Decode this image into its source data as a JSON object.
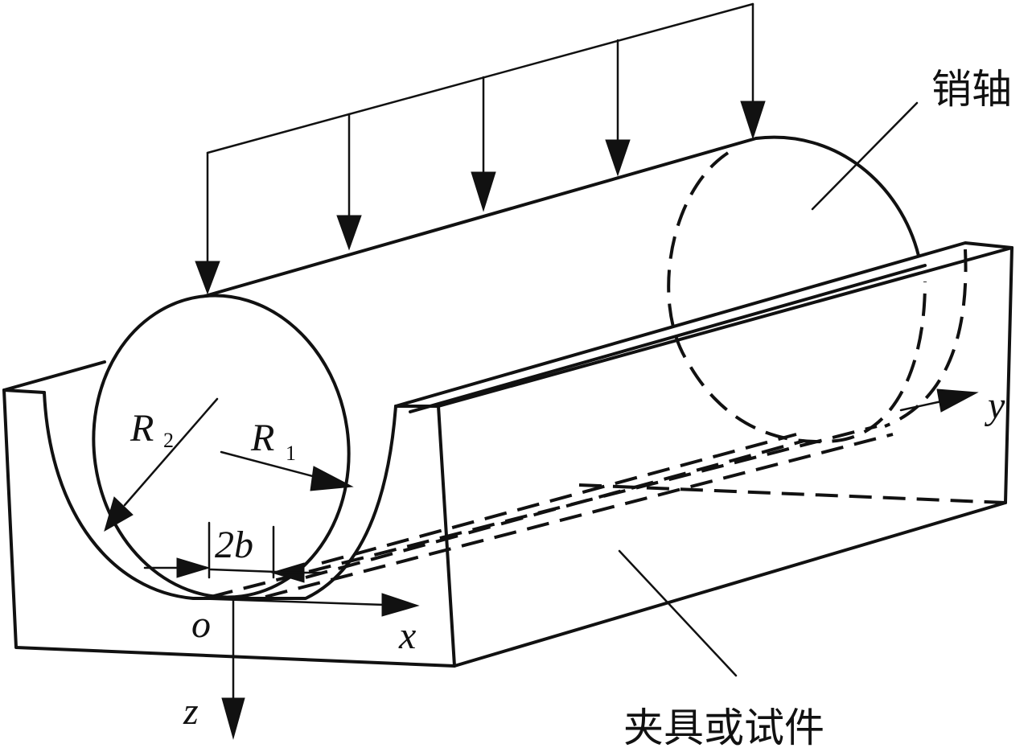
{
  "labels": {
    "pin": "销轴",
    "fixture": "夹具或试件",
    "r1_symbol": "R",
    "r1_sub": "1",
    "r2_symbol": "R",
    "r2_sub": "2",
    "contact_width": "2b",
    "origin": "o",
    "axis_x": "x",
    "axis_y": "y",
    "axis_z": "z"
  },
  "colors": {
    "line": "#111111",
    "background": "#ffffff"
  }
}
